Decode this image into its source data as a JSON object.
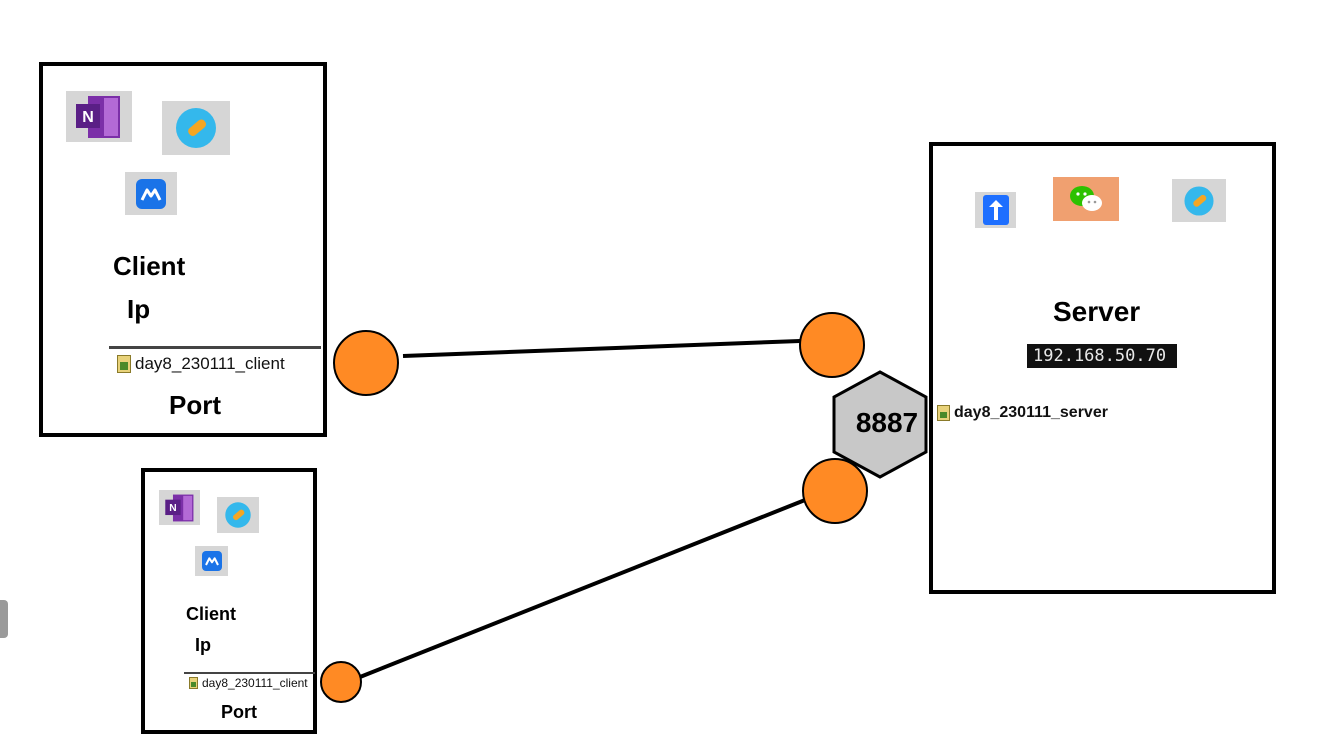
{
  "colors": {
    "node_fill": "#ff8a24",
    "port_hex_fill": "#c8c8c8",
    "line": "#000000"
  },
  "clients": [
    {
      "title": "Client",
      "ip_label": "Ip",
      "file_name": "day8_230111_client",
      "port_label": "Port",
      "icons": [
        "onenote-icon",
        "feather-pen-icon",
        "cloud-meeting-icon"
      ]
    },
    {
      "title": "Client",
      "ip_label": "Ip",
      "file_name": "day8_230111_client",
      "port_label": "Port",
      "icons": [
        "onenote-icon",
        "feather-pen-icon",
        "cloud-meeting-icon"
      ]
    }
  ],
  "server": {
    "title": "Server",
    "ip_address": "192.168.50.70",
    "file_name": "day8_230111_server",
    "icons": [
      "upload-arrow-icon",
      "wechat-icon",
      "feather-pen-icon"
    ]
  },
  "port": {
    "number": "8887"
  }
}
